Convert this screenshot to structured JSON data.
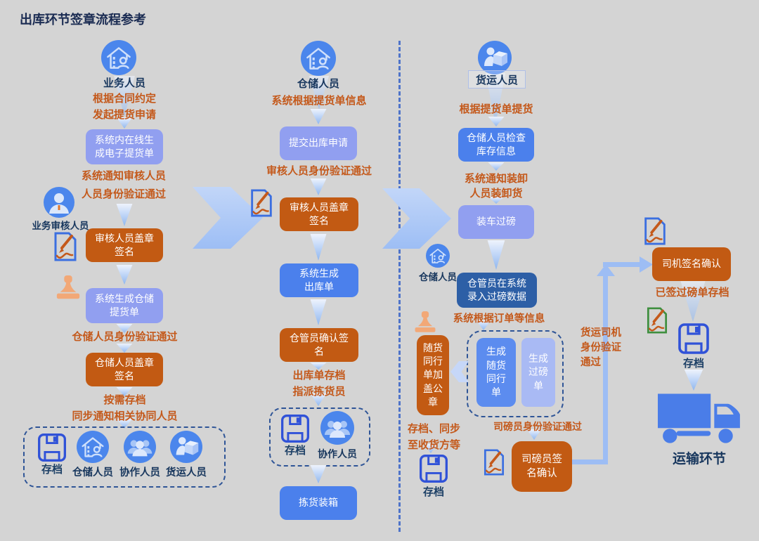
{
  "title": "出库环节签章流程参考",
  "lane1": {
    "actor": "业务人员",
    "note_start": "根据合同约定\n发起提货申请",
    "box_generate_bill": "系统内在线生\n成电子提货单",
    "note_notify": "系统通知审核人员\n人员身份验证通过",
    "reviewer": "业务审核人员",
    "box_reviewer_sign": "审核人员盖章\n签名",
    "box_warehouse_bill": "系统生成仓储\n提货单",
    "note_identity": "仓储人员身份验证通过",
    "box_warehouse_sign": "仓储人员盖章\n签名",
    "note_archive": "按需存档\n同步通知相关协同人员",
    "group": {
      "archive": "存档",
      "warehouse": "仓储人员",
      "collab": "协作人员",
      "freight": "货运人员"
    }
  },
  "lane2": {
    "actor": "仓储人员",
    "note_start": "系统根据提货单信息",
    "box_submit": "提交出库申请",
    "note_identity": "审核人员身份验证通过",
    "box_reviewer_sign": "审核人员盖章\n签名",
    "box_outbound": "系统生成\n出库单",
    "box_keeper_sign": "仓管员确认签\n名",
    "note_archive": "出库单存档\n指派拣货员",
    "group": {
      "archive": "存档",
      "collab": "协作人员"
    },
    "box_pick": "拣货装箱"
  },
  "lane3": {
    "actor": "货运人员",
    "note_start": "根据提货单提货",
    "box_check": "仓储人员检查\n库存信息",
    "note_notify": "系统通知装卸\n人员装卸货",
    "box_weigh": "装车过磅",
    "side_actor": "仓储人员",
    "box_record": "仓管员在系统\n录入过磅数据",
    "note_order": "系统根据订单等信息",
    "box_stamp_doc": "随货\n同行\n单加\n盖公\n章",
    "box_gen_doc": "生成\n随货\n同行\n单",
    "box_gen_weigh": "生成\n过磅\n单",
    "note_sync": "存档、同步\n至收货方等",
    "archive": "存档",
    "note_weigher": "司磅员身份验证通过",
    "box_weigher_sign": "司磅员签\n名确认",
    "note_driver": "货运司机\n身份验证\n通过"
  },
  "right": {
    "box_driver_sign": "司机签名确认",
    "note_archived": "已签过磅单存档",
    "archive": "存档",
    "transport": "运输环节"
  },
  "colors": {
    "background": "#d4d4d4",
    "accent_orange": "#c4591b",
    "box_periwinkle": "#919ff0",
    "box_blue": "#4b80ec",
    "box_dark_blue": "#2d5fa6",
    "box_orange": "#c25a13",
    "icon_blue": "#4b86ec",
    "navy_text": "#17365d",
    "arrow_blue": "#9dbdf4",
    "archive_outline": "#3052d8",
    "sign_doc_green": "#3f8f3f"
  },
  "icons": {
    "actor_building_person": "building-person-icon",
    "people_group": "people-group-icon",
    "person_box": "person-box-icon",
    "person_avatar": "person-avatar-icon",
    "archive_floppy": "floppy-disk-icon",
    "sign_document": "document-pen-icon",
    "stamp": "stamp-icon",
    "truck": "truck-icon"
  }
}
